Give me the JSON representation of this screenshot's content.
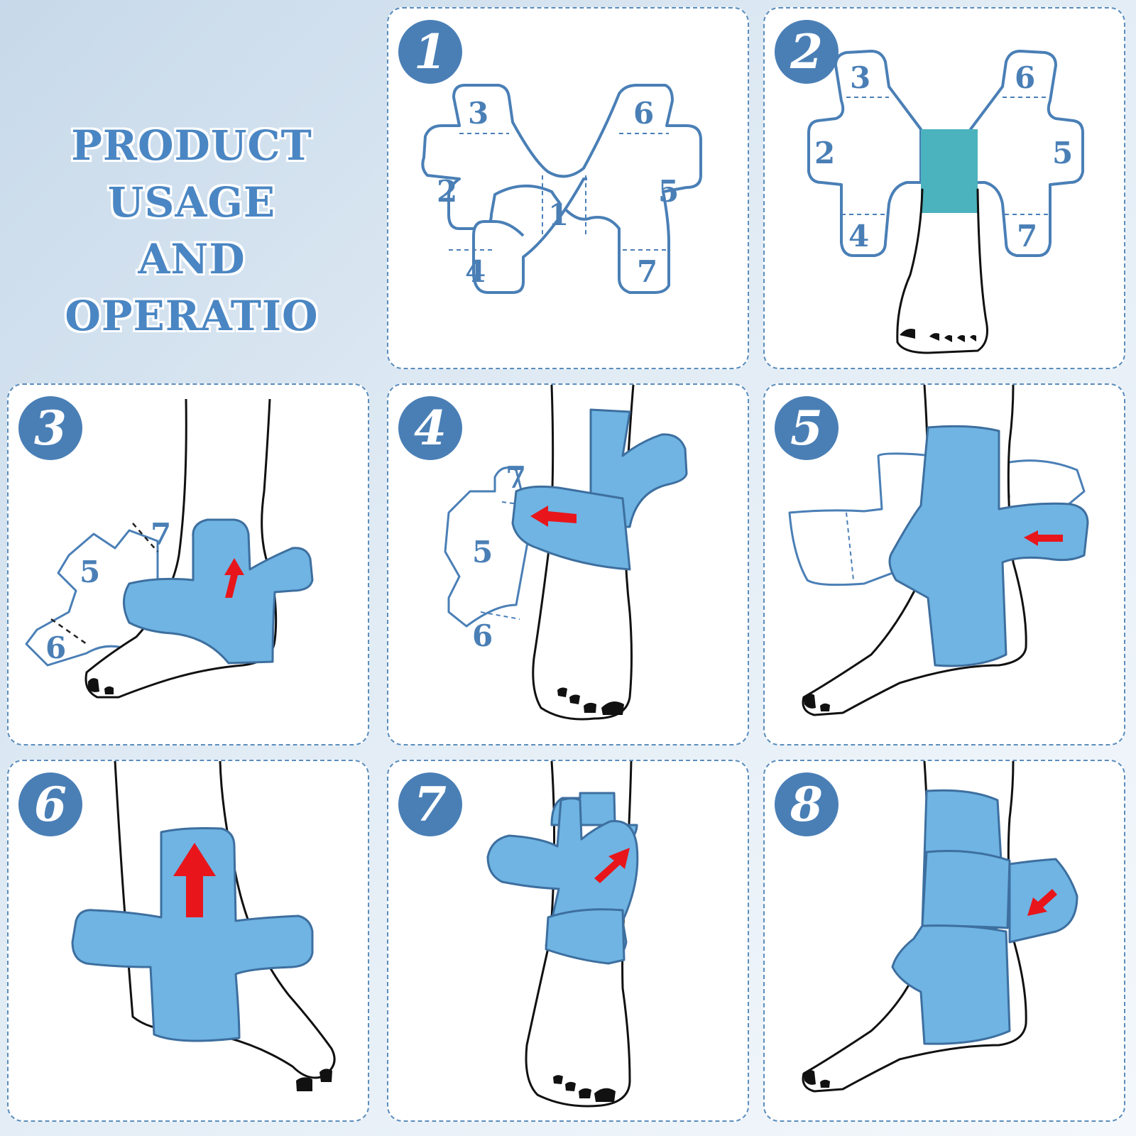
{
  "title": {
    "line1": "PRODUCT USAGE",
    "line2": "AND",
    "line3": "OPERATIO"
  },
  "colors": {
    "accent": "#4a7fb6",
    "strap_blue": "#6fb4e3",
    "center_teal": "#4bb3bd",
    "arrow_red": "#e8161b"
  },
  "steps": [
    {
      "number": "1",
      "labels": [
        "3",
        "6",
        "2",
        "5",
        "1",
        "4",
        "7"
      ]
    },
    {
      "number": "2",
      "labels": [
        "3",
        "6",
        "2",
        "5",
        "4",
        "7"
      ]
    },
    {
      "number": "3",
      "labels": [
        "7",
        "5",
        "6"
      ]
    },
    {
      "number": "4",
      "labels": [
        "7",
        "5",
        "6"
      ]
    },
    {
      "number": "5",
      "labels": []
    },
    {
      "number": "6",
      "labels": []
    },
    {
      "number": "7",
      "labels": []
    },
    {
      "number": "8",
      "labels": []
    }
  ]
}
